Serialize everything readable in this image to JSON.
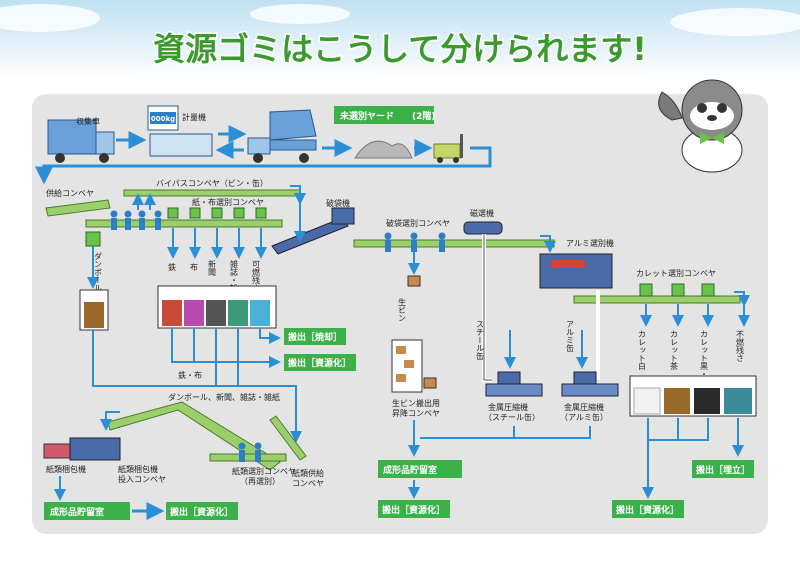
{
  "title": "資源ゴミはこうして分けられます!",
  "scale_display": "000kg",
  "labels": {
    "truck": "収集車",
    "scale": "計量機",
    "yard": "未選別ヤード",
    "yard_floor": "(2階)",
    "supply_conveyor": "供給コンベヤ",
    "bypass_conveyor": "バイパスコンベヤ（ビン・缶）",
    "paper_conveyor": "紙・布選別コンベヤ",
    "bag_breaker": "破袋機",
    "bag_conveyor": "破袋選別コンベヤ",
    "magnet": "磁選機",
    "alum_sorter": "アルミ選別機",
    "cullet_conveyor": "カレット選別コンベヤ",
    "cardboard": "ダンボール",
    "iron": "鉄",
    "cloth": "布",
    "newspaper": "新聞",
    "magazine": "雑誌・雑紙",
    "burnable": "可燃残さ",
    "iron_cloth": "鉄・布",
    "paper_mix": "ダンボール、新聞、雑誌・雑紙",
    "raw_bottle": "生ビン",
    "steel_can": "スチール缶",
    "alum_can": "アルミ缶",
    "cullet_white": "カレット白",
    "cullet_brown": "カレット茶",
    "cullet_black": "カレット黒・青",
    "noncombustible": "不燃残さ",
    "bottle_conveyor_1": "生ビン搬出用",
    "bottle_conveyor_2": "昇降コンベヤ",
    "steel_press_1": "金属圧縮機",
    "steel_press_2": "（スチール缶）",
    "alum_press_1": "金属圧縮機",
    "alum_press_2": "（アルミ缶）",
    "baler": "紙類梱包機",
    "baler_in_1": "紙類梱包機",
    "baler_in_2": "投入コンベヤ",
    "paper_resort_1": "紙類選別コンベヤ",
    "paper_resort_2": "（再選別）",
    "paper_supply_1": "紙類供給",
    "paper_supply_2": "コンベヤ"
  },
  "tags": {
    "out_incinerate": "搬出［焼却］",
    "out_recycle_1": "搬出［資源化］",
    "storage_1": "成形品貯留室",
    "out_recycle_2": "搬出［資源化］",
    "storage_2": "成形品貯留室",
    "out_recycle_3": "搬出［資源化］",
    "out_landfill": "搬出［埋立］",
    "out_recycle_4": "搬出［資源化］"
  },
  "colors": {
    "title": "#3a9a2e",
    "tag": "#3cb14a",
    "arrow": "#2b8fd6",
    "conveyor": "#9bcf6b",
    "panel": "#e4e4e4"
  }
}
